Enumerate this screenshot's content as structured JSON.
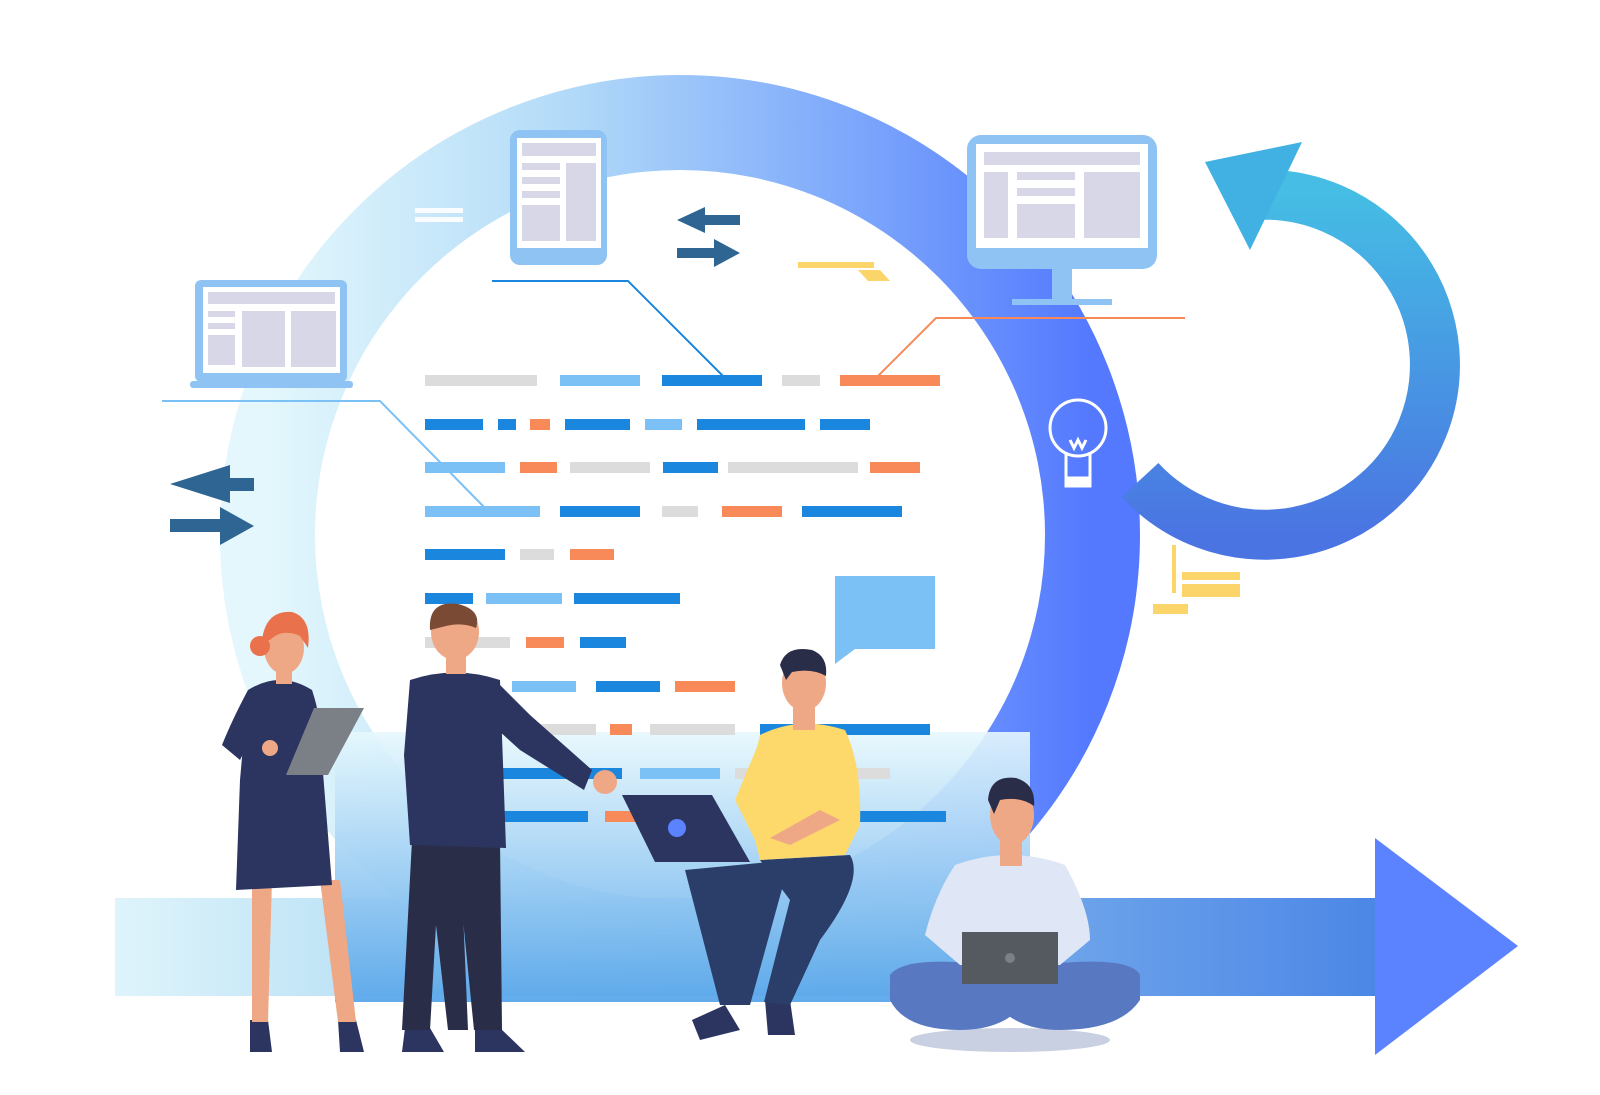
{
  "illustration": {
    "icons": [
      "laptop-icon",
      "tablet-icon",
      "monitor-icon",
      "lightbulb-icon",
      "arrow-exchange-icon",
      "cycle-arrow-icon",
      "forward-arrow-icon",
      "chat-bubble-icon"
    ],
    "people": [
      "woman-with-tablet",
      "man-in-suit",
      "man-with-laptop-sitting",
      "man-sitting-cross-legged"
    ]
  },
  "colors": {
    "ring_light": "#d8f2fb",
    "ring_mid": "#8fc3f3",
    "ring_dark": "#5a7bff",
    "cycle_arrow": "#3fb3e3",
    "forward_arrow": "#5b83ff",
    "code_blue": "#1a86de",
    "code_light_blue": "#7cc1f5",
    "code_gray": "#dcdcdc",
    "code_orange": "#f88a5a",
    "navy": "#2b3560",
    "skin": "#efa886",
    "yellow_shirt": "#fdd86a",
    "hair_red": "#e9714b",
    "arrow_navy": "#2e6593",
    "accent_yellow": "#fcd56a"
  }
}
